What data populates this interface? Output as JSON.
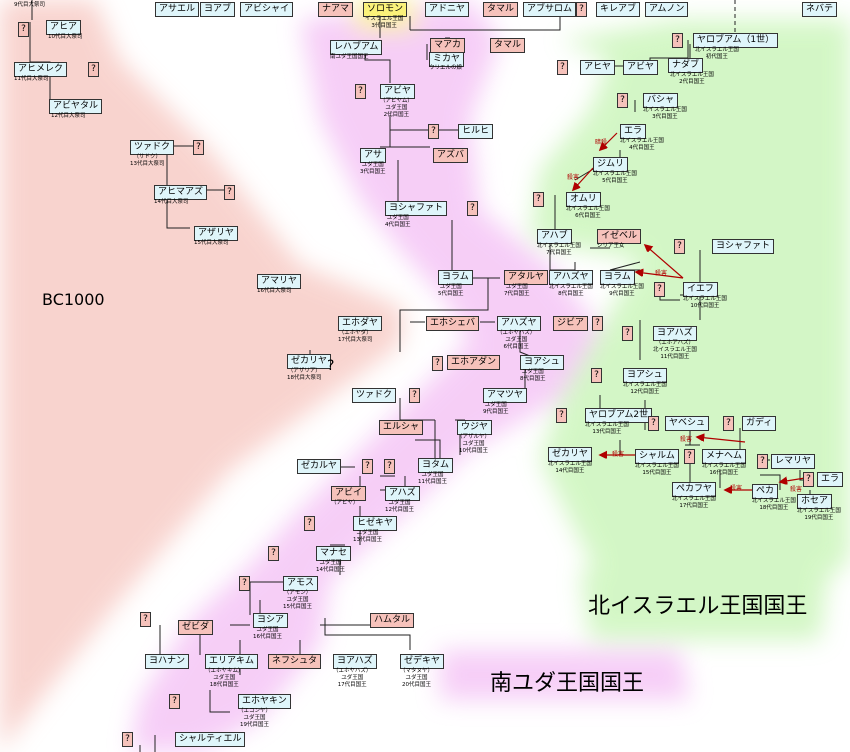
{
  "labels": {
    "year": "BC1000",
    "north_title": "北イスラエル王国国王",
    "south_title": "南ユダ王国国王",
    "murder": "殺害",
    "assassination": "暗殺",
    "mark": "?"
  },
  "people": {
    "asael": "アサエル",
    "yoav": "ヨアブ",
    "avishai": "アビシャイ",
    "naama": "ナアマ",
    "solomon": "ソロモン",
    "adonia": "アドニヤ",
    "tamar1": "タマル",
    "absalom": "アブサロム",
    "kileav": "キレアブ",
    "amnon": "アムノン",
    "nevat": "ネバテ",
    "ahia": "アヒア",
    "ahimelek": "アヒメレク",
    "abiatar": "アビヤタル",
    "rehavam": "レハブアム",
    "maaka": "マアカ",
    "mikaya": "ミカヤ",
    "tamar2": "タマル",
    "jeroboam1": "ヤロブアム（1世）",
    "ahiya_n": "アヒヤ",
    "abiya_n": "アビヤ",
    "nadav": "ナダブ",
    "abiya": "アビヤ",
    "basha": "バシャ",
    "hilhi": "ヒルヒ",
    "ela": "エラ",
    "zadok": "ツァドク",
    "asa": "アサ",
    "azuba": "アズバ",
    "zimri": "ジムリ",
    "ahimaaz": "アヒマアズ",
    "omri": "オムリ",
    "jehoshaphat": "ヨシャファト",
    "azaria": "アザリヤ",
    "ahab": "アハブ",
    "jezebel": "イゼベル",
    "jehoshaphat2": "ヨシャファト",
    "amaria": "アマリヤ",
    "joram": "ヨラム",
    "ataliya": "アタルヤ",
    "ahaziah_n": "アハズヤ",
    "joram_n": "ヨラム",
    "jehu": "イエフ",
    "jehoiada": "エホダヤ",
    "jehosheba": "エホシェバ",
    "ahaziah": "アハズヤ",
    "zibia": "ジビア",
    "jehoahaz_n": "ヨアハズ",
    "zechariah_p": "ゼカリヤ",
    "jehoaddan": "エホアダン",
    "joash": "ヨアシュ",
    "joash_n": "ヨアシュ",
    "zadok2": "ツァドク",
    "amaziah": "アマツヤ",
    "jeroboam2": "ヤロブアム2世",
    "yavesh": "ヤベシュ",
    "gadi": "ガディ",
    "jerusha": "エルシャ",
    "uzziah": "ウジヤ",
    "zechariah_n": "ゼカリヤ",
    "shallum": "シャルム",
    "menahem": "メナヘム",
    "remaliah": "レマリヤ",
    "ela2": "エラ",
    "zekarya2": "ゼカルヤ",
    "jotham": "ヨタム",
    "abi": "アビイ",
    "ahaz": "アハズ",
    "pekahiah": "ペカフヤ",
    "pekah": "ペカ",
    "hoshea": "ホセア",
    "hephzibah": "ヒゼキヤ",
    "manasseh": "マナセ",
    "amon": "アモス",
    "jedida": "ゼビダ",
    "josiah": "ヨシア",
    "hamutal": "ハムタル",
    "johanan": "ヨハナン",
    "eliakim": "エリアキム",
    "nehushta": "ネフシュタ",
    "jehoahaz": "ヨアハズ",
    "zedekiah": "ゼデキヤ",
    "jehoiachin": "エホヤキン",
    "shealtiel": "シャルティエル"
  },
  "captions": {
    "c_top": "9代目大祭司",
    "c_ahia": "10代目大祭司",
    "c_ahimelek": "11代目大祭司",
    "c_abiatar": "12代目大祭司",
    "c_solomon": "イスラエル王国\n3代目国王",
    "c_rehavam": "南ユダ王国国王",
    "c_mikaya": "ウリエルの娘",
    "c_jeroboam1": "北イスラエル王国\n初代国王",
    "c_nadav": "北イスラエル王国\n2代目国王",
    "c_abiya": "（アビヤム）\nユダ王国\n2代目国王",
    "c_basha": "北イスラエル王国\n3代目国王",
    "c_ela": "北イスラエル王国\n4代目国王",
    "c_zadok": "（サドク）\n13代目大祭司",
    "c_zimri": "北イスラエル王国\n5代目国王",
    "c_asa": "ユダ王国\n3代目国王",
    "c_ahimaaz": "14代目大祭司",
    "c_omri": "北イスラエル王国\n6代目国王",
    "c_jehoshaphat": "ユダ王国\n4代目国王",
    "c_azaria": "15代目大祭司",
    "c_ahab": "北イスラエル王国\n7代目国王",
    "c_jezebel": "シリア王女",
    "c_amaria": "16代目大祭司",
    "c_joram": "ユダ王国\n5代目国王",
    "c_ataliya": "ユダ王国\n7代目国王",
    "c_ahaziah_n": "北イスラエル王国\n8代目国王",
    "c_joram_n": "北イスラエル王国\n9代目国王",
    "c_jehu": "北イスラエル王国\n10代目国王",
    "c_jehoiada": "（エホヤダ）\n17代目大祭司",
    "c_ahaziah": "（エホヤハズ）\nユダ王国\n6代目国王",
    "c_jehoahaz_n": "（エホアハズ）\n北イスラエル王国\n11代目国王",
    "c_zechariah_p": "（アザリア）\n18代目大祭司",
    "c_joash": "ユダ王国\n8代目国王",
    "c_joash_n": "北イスラエル王国\n12代目国王",
    "c_amaziah": "ユダ王国\n9代目国王",
    "c_jeroboam2": "北イスラエル王国\n13代目国王",
    "c_uzziah": "（アザルヤ）\nユダ王国\n10代目国王",
    "c_zechariah_n": "北イスラエル王国\n14代目国王",
    "c_shallum": "北イスラエル王国\n15代目国王",
    "c_menahem": "北イスラエル王国\n16代目国王",
    "c_jotham": "ユダ王国\n11代目国王",
    "c_abi": "（アビヤ）",
    "c_ahaz": "ユダ王国\n12代目国王",
    "c_pekahiah": "北イスラエル王国\n17代目国王",
    "c_pekah": "北イスラエル王国\n18代目国王",
    "c_hoshea": "北イスラエル王国\n19代目国王",
    "c_hezekiah": "ユダ王国\n13代目国王",
    "c_manasseh": "ユダ王国\n14代目国王",
    "c_amon": "（アモン）\nユダ王国\n15代目国王",
    "c_josiah": "ユダ王国\n16代目国王",
    "c_eliakim": "（エホヤキム）\nユダ王国\n18代目国王",
    "c_jehoahaz": "（エホヤハズ）\nユダ王国\n17代目国王",
    "c_zedekiah": "（マタヌヤ）\nユダ王国\n20代目国王",
    "c_jehoiachin": "（エコンヤ）\nユダ王国\n19代目国王"
  },
  "colors": {
    "male_box": "#dff5fa",
    "female_box": "#f6c2bb",
    "solomon_box": "#fbf27a",
    "priest_band": "#f7c9c3",
    "south_band": "#f4c2f5",
    "north_band": "#c9f5b8",
    "arrow": "#b00000",
    "line": "#222222"
  }
}
